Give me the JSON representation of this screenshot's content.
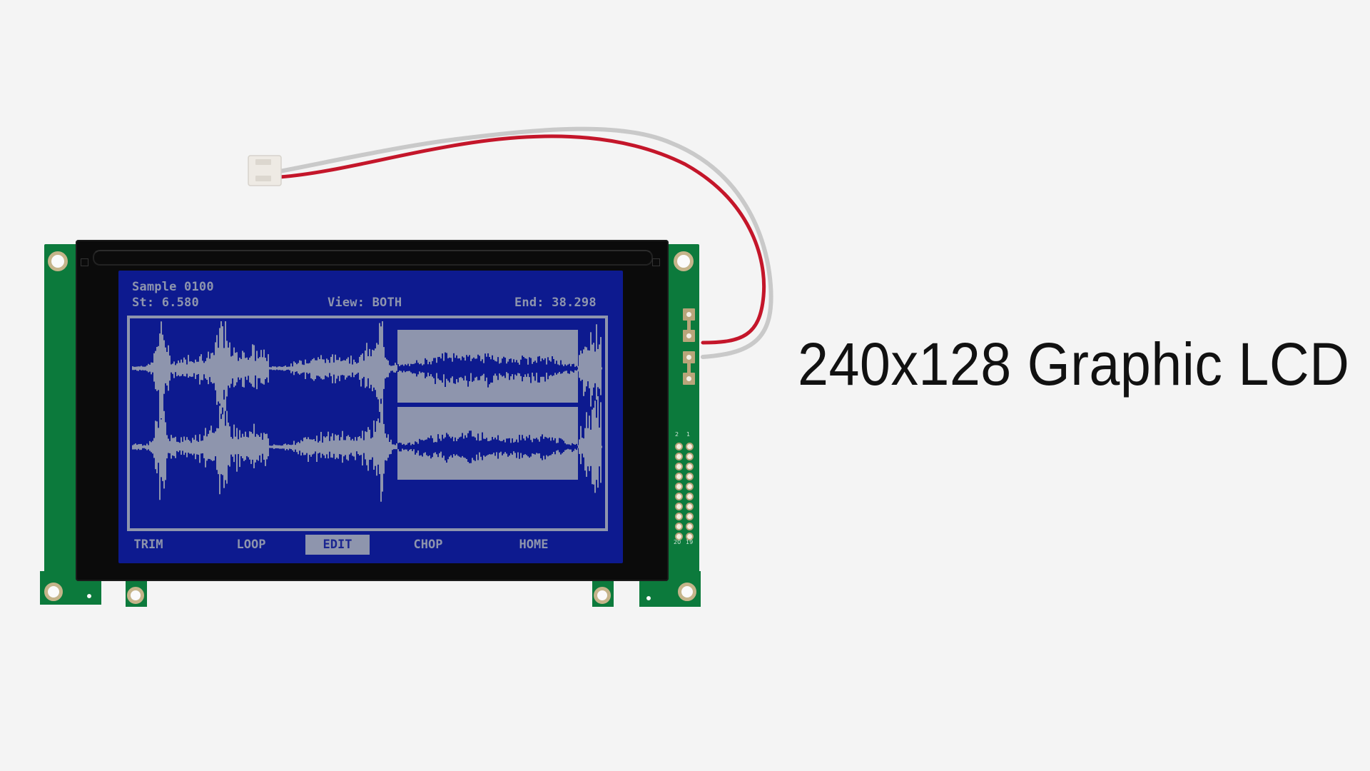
{
  "title": "240x128 Graphic LCD",
  "colors": {
    "background": "#f4f4f4",
    "pcb": "#0c7a3c",
    "bezel": "#0b0b0b",
    "lcd_background": "#0d1a8f",
    "lcd_foreground": "#8e95ad",
    "cable_red": "#c4162a",
    "cable_gray": "#c9c9c9"
  },
  "lcd": {
    "header": {
      "sample": "Sample 0100",
      "start": "St: 6.580",
      "view": "View: BOTH",
      "end": "End: 38.298"
    },
    "waveform": {
      "channels": 2,
      "selection_highlighted": true
    },
    "menu": [
      {
        "label": "TRIM",
        "active": false
      },
      {
        "label": "LOOP",
        "active": false
      },
      {
        "label": "EDIT",
        "active": true
      },
      {
        "label": "CHOP",
        "active": false
      },
      {
        "label": "HOME",
        "active": false
      }
    ]
  },
  "connector": {
    "pin_labels": {
      "top_left": "2",
      "top_right": "1",
      "bottom_left": "20",
      "bottom_right": "19"
    }
  }
}
